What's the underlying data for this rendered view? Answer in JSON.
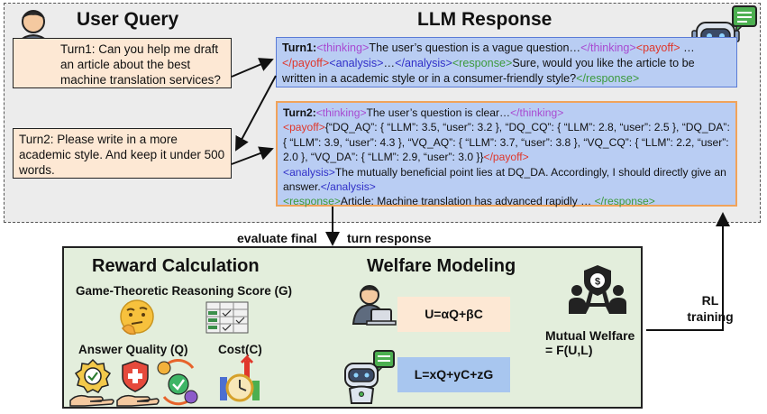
{
  "top": {
    "user_query_title": "User Query",
    "llm_response_title": "LLM Response",
    "turn1_query": "Turn1: Can you help me draft an article about the best machine translation services?",
    "turn2_query": "Turn2: Please write in a more academic style. And keep it under 500 words.",
    "turn1_response": {
      "prefix": "Turn1:",
      "thinking_open": "<thinking>",
      "thinking_text": "The user’s question is a vague question…",
      "thinking_close": "</thinking>",
      "payoff_open": "<payoff>",
      "payoff_text": "…",
      "payoff_close": "</payoff>",
      "analysis_open": "<analysis>",
      "analysis_text": "…",
      "analysis_close": "</analysis>",
      "response_open": "<response>",
      "response_text": "Sure, would you like the article to be written in a academic style or in a consumer-friendly style?",
      "response_close": "</response>"
    },
    "turn2_response": {
      "prefix": "Turn2:",
      "thinking_open": "<thinking>",
      "thinking_text": "The user’s question is clear…",
      "thinking_close": "</thinking>",
      "payoff_open": "<payoff>",
      "payoff_text": "{“DQ_AQ”: { “LLM”: 3.5, “user”: 3.2 }, “DQ_CQ”: { “LLM”: 2.8, “user”: 2.5 }, “DQ_DA”: { “LLM”: 3.9, “user”: 4.3 }, “VQ_AQ”: { “LLM”: 3.7, “user”: 3.8 }, “VQ_CQ”: { “LLM”: 2.2, “user”: 2.0 }, “VQ_DA”: { “LLM”: 2.9, “user”: 3.0 }}",
      "payoff_close": "</payoff>",
      "analysis_open": "<analysis>",
      "analysis_text": "The mutually beneficial point lies at DQ_DA. Accordingly, I should directly give an answer.",
      "analysis_close": "</analysis>",
      "response_open": "<response>",
      "response_text": "Article: Machine translation has advanced rapidly … ",
      "response_close": "</response>"
    }
  },
  "middle": {
    "evaluate_left": "evaluate final",
    "evaluate_right": "turn response",
    "rl_line1": "RL",
    "rl_line2": "training"
  },
  "bottom": {
    "reward_title": "Reward Calculation",
    "welfare_title": "Welfare Modeling",
    "gtrs_label": "Game-Theoretic Reasoning Score (G)",
    "quality_label": "Answer Quality (Q)",
    "cost_label": "Cost(C)",
    "u_formula": "U=αQ+βC",
    "l_formula": "L=xQ+yC+zG",
    "mutual_line1": "Mutual Welfare",
    "mutual_line2": "= F(U,L)"
  },
  "icons": [
    "user-icon",
    "robot-icon",
    "thinking-emoji-icon",
    "checklist-icon",
    "quality-badge-icon",
    "shield-hand-icon",
    "people-cycle-icon",
    "cost-clock-icon",
    "mutual-welfare-icon"
  ],
  "colors": {
    "query_box": "#fde8d4",
    "response_box": "#b9cdf3",
    "bottom_panel": "#e3eedc",
    "tag_thinking": "#a84ad1",
    "tag_payoff": "#e0372b",
    "tag_analysis": "#3130c8",
    "tag_response": "#3c9a3c"
  }
}
